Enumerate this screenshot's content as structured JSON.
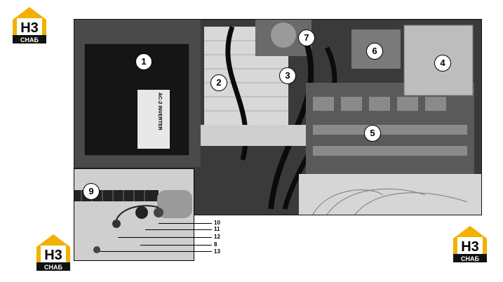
{
  "logos": [
    {
      "letters": "H3",
      "caption": "СНАБ",
      "brand_color": "#f2b100"
    },
    {
      "letters": "H3",
      "caption": "СНАБ",
      "brand_color": "#f2b100"
    },
    {
      "letters": "H3",
      "caption": "СНАБ",
      "brand_color": "#f2b100"
    }
  ],
  "photo": {
    "callouts": [
      "1",
      "2",
      "3",
      "4",
      "5",
      "6",
      "7",
      "9"
    ],
    "inverter_label": "AC-2 INVERTER"
  },
  "inset": {
    "labels": [
      "10",
      "11",
      "12",
      "8",
      "13"
    ]
  },
  "colors": {
    "frame": "#000000",
    "panel_dark": "#2a2a2a",
    "panel_light": "#d8d8d8",
    "brand": "#f2b100"
  }
}
